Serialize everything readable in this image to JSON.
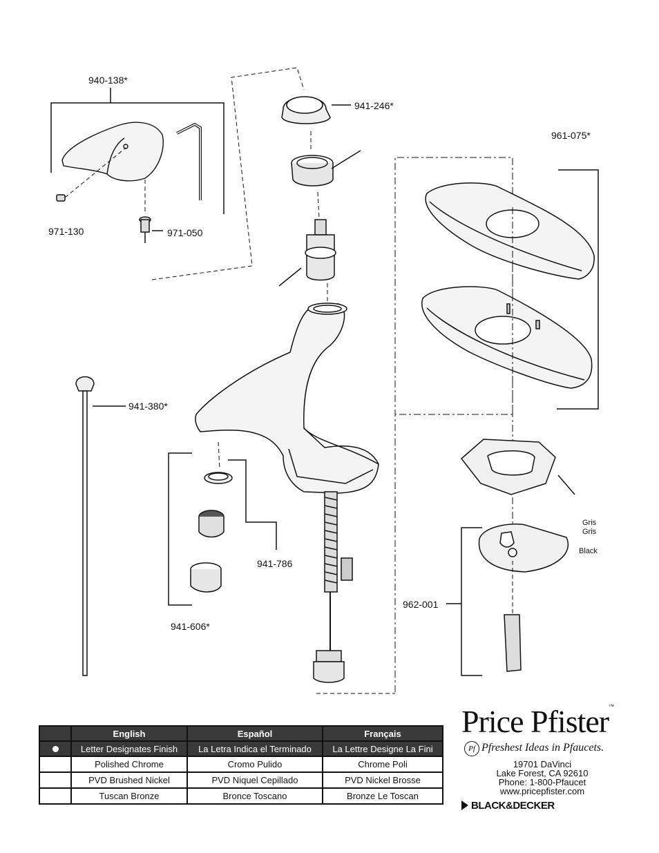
{
  "parts": {
    "handle_kit": "940-138*",
    "cap": "941-246*",
    "escutcheon_kit": "961-075*",
    "set_screw": "971-130",
    "handle_screw": "971-050",
    "pop_up_rod": "941-380*",
    "aerator_kit": "941-606*",
    "aerator_parts": "941-786",
    "mounting_kit": "962-001"
  },
  "color_labels": [
    "Gris",
    "Gris",
    "Black"
  ],
  "finish_table": {
    "headers": [
      "English",
      "Español",
      "Français"
    ],
    "legend": [
      "Letter Designates Finish",
      "La Letra Indica el Terminado",
      "La Lettre Designe La Fini"
    ],
    "rows": [
      [
        "Polished Chrome",
        "Cromo Pulido",
        "Chrome Poli"
      ],
      [
        "PVD Brushed Nickel",
        "PVD Niquel Cepillado",
        "PVD Nickel Brosse"
      ],
      [
        "Tuscan Bronze",
        "Bronce Toscano",
        "Bronze Le Toscan"
      ]
    ]
  },
  "brand": {
    "name": "Price Pfister",
    "trademark": "™",
    "tagline_mark": "Pf",
    "tagline": "Pfreshest Ideas in Pfaucets.",
    "address_line1": "19701 DaVinci",
    "address_line2": "Lake Forest, CA 92610",
    "phone": "Phone: 1-800-Pfaucet",
    "website": "www.pricepfister.com",
    "parent_company": "BLACK&DECKER"
  }
}
